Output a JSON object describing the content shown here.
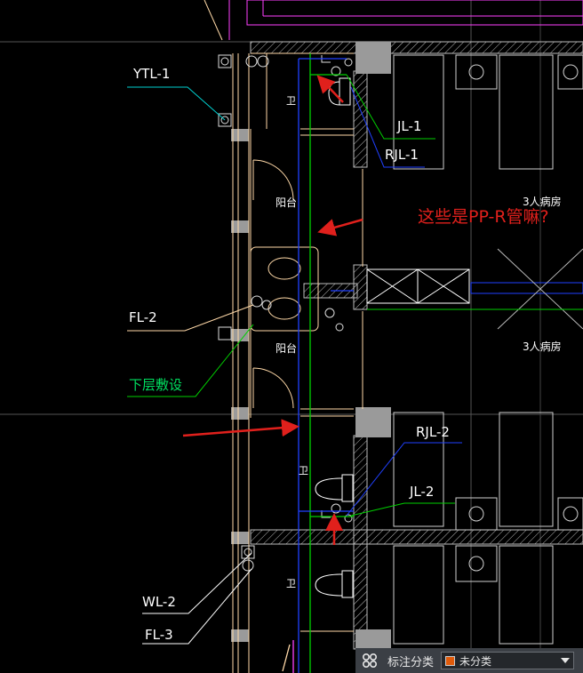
{
  "labels": {
    "ytl1": "YTL-1",
    "jl1": "JL-1",
    "rjl1": "RJL-1",
    "fl2": "FL-2",
    "layer_below": "下层敷设",
    "rjl2": "RJL-2",
    "jl2": "JL-2",
    "wl2": "WL-2",
    "fl3": "FL-3",
    "balcony_top": "阳台",
    "balcony_bottom": "阳台",
    "ward_top": "3人病房",
    "ward_bottom": "3人病房",
    "wc_top": "卫",
    "wc_mid": "卫",
    "wc_bottom": "卫"
  },
  "annotation": {
    "question": "这些是PP-R管嘛?"
  },
  "toolbar": {
    "label": "标注分类",
    "selected": "未分类",
    "icon": "grid-four-circles-icon"
  },
  "colors": {
    "accent_red": "#e0201c",
    "pipe_green": "#00d000",
    "pipe_blue": "#2040ff",
    "wall_tan": "#ffd9a8",
    "swatch": "#e05a0a"
  }
}
